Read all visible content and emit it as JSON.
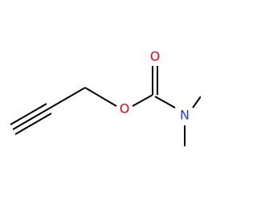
{
  "molecule": {
    "atoms": {
      "oxygen_carbonyl": {
        "symbol": "O",
        "color": "#e3001b"
      },
      "oxygen_ester": {
        "symbol": "O",
        "color": "#e3001b"
      },
      "nitrogen": {
        "symbol": "N",
        "color": "#1f3fd1"
      }
    },
    "bond_color": "#000000"
  }
}
